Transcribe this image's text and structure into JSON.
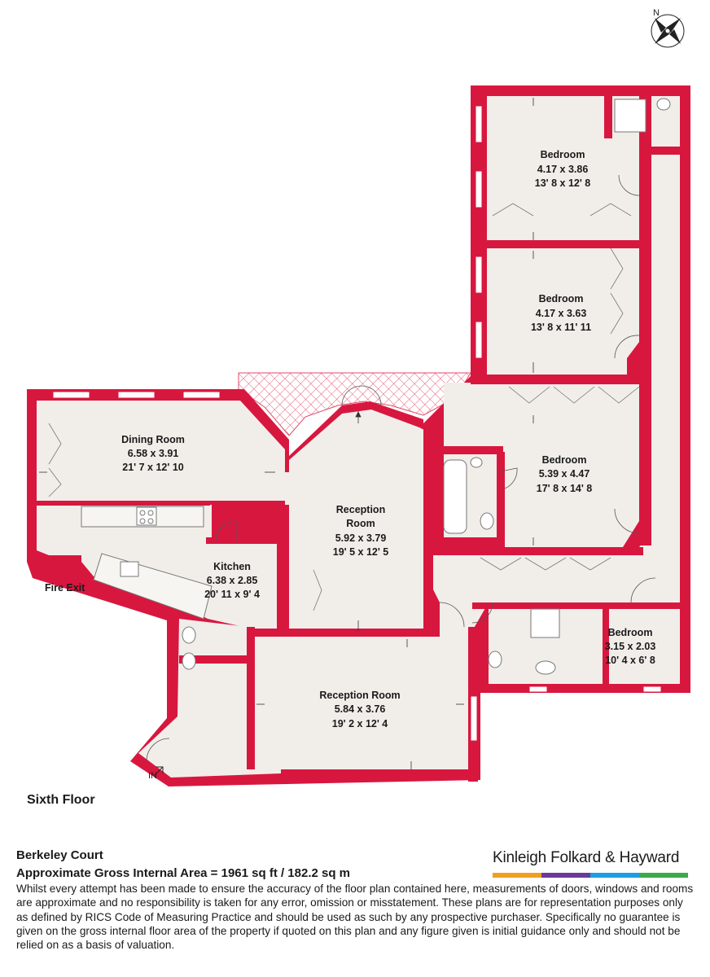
{
  "floor_label": "Sixth Floor",
  "property_name": "Berkeley Court",
  "area_text": "Approximate Gross Internal Area = 1961 sq ft / 182.2 sq m",
  "disclaimer": "Whilst every attempt has been made to ensure the accuracy of the floor plan contained here, measurements of doors, windows and rooms are approximate and no responsibility is taken for any error, omission or misstatement. These plans are for representation purposes only as defined by RICS Code of Measuring Practice and should be used as such by any prospective purchaser. Specifically no guarantee is given on the gross internal floor area of the property if quoted on this plan and any figure given is initial guidance only and should not be relied on as a basis of valuation.",
  "brand": {
    "name": "Kinleigh Folkard & Hayward",
    "bar_colors": [
      "#f0a020",
      "#6a3a9a",
      "#1c9fe0",
      "#3aaa4a"
    ]
  },
  "compass_label": "N",
  "fire_exit_label": "Fire Exit",
  "entrance_label": "IN",
  "colors": {
    "wall": "#d8173f",
    "floor": "#f1eeea",
    "balcony_hatch": "#e04a6a"
  },
  "rooms": [
    {
      "id": "dining",
      "name": "Dining Room",
      "metric": "6.58 x 3.91",
      "imperial": "21' 7 x 12' 10"
    },
    {
      "id": "reception1",
      "name": "Reception",
      "name2": "Room",
      "metric": "5.92 x 3.79",
      "imperial": "19' 5 x 12' 5"
    },
    {
      "id": "kitchen",
      "name": "Kitchen",
      "metric": "6.38 x 2.85",
      "imperial": "20' 11 x 9' 4"
    },
    {
      "id": "reception2",
      "name": "Reception Room",
      "metric": "5.84 x 3.76",
      "imperial": "19' 2 x 12' 4"
    },
    {
      "id": "bedroom1",
      "name": "Bedroom",
      "metric": "4.17 x 3.86",
      "imperial": "13' 8 x 12' 8"
    },
    {
      "id": "bedroom2",
      "name": "Bedroom",
      "metric": "4.17 x 3.63",
      "imperial": "13' 8 x 11' 11"
    },
    {
      "id": "bedroom3",
      "name": "Bedroom",
      "metric": "5.39 x 4.47",
      "imperial": "17' 8 x 14' 8"
    },
    {
      "id": "bedroom4",
      "name": "Bedroom",
      "metric": "3.15 x 2.03",
      "imperial": "10' 4 x 6' 8"
    }
  ]
}
